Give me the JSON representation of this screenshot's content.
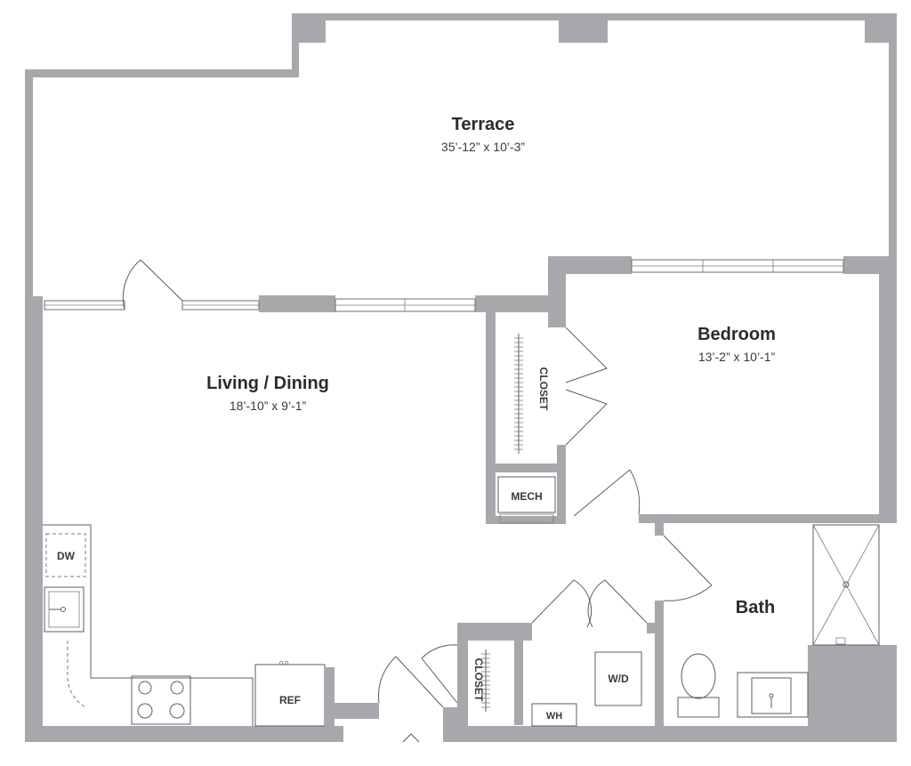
{
  "rooms": {
    "terrace": {
      "name": "Terrace",
      "dims": "35’-12” x 10’-3”"
    },
    "living": {
      "name": "Living / Dining",
      "dims": "18’-10” x 9’-1”"
    },
    "bedroom": {
      "name": "Bedroom",
      "dims": "13’-2” x 10’-1”"
    },
    "bath": {
      "name": "Bath"
    }
  },
  "labels": {
    "closet_bedroom": "CLOSET",
    "closet_entry": "CLOSET",
    "mech": "MECH",
    "dw": "DW",
    "ref": "REF",
    "wd": "W/D",
    "wh": "WH"
  },
  "colors": {
    "wall": "#a7a8ab",
    "line": "#5b5c5f",
    "text": "#2b2b2d"
  }
}
